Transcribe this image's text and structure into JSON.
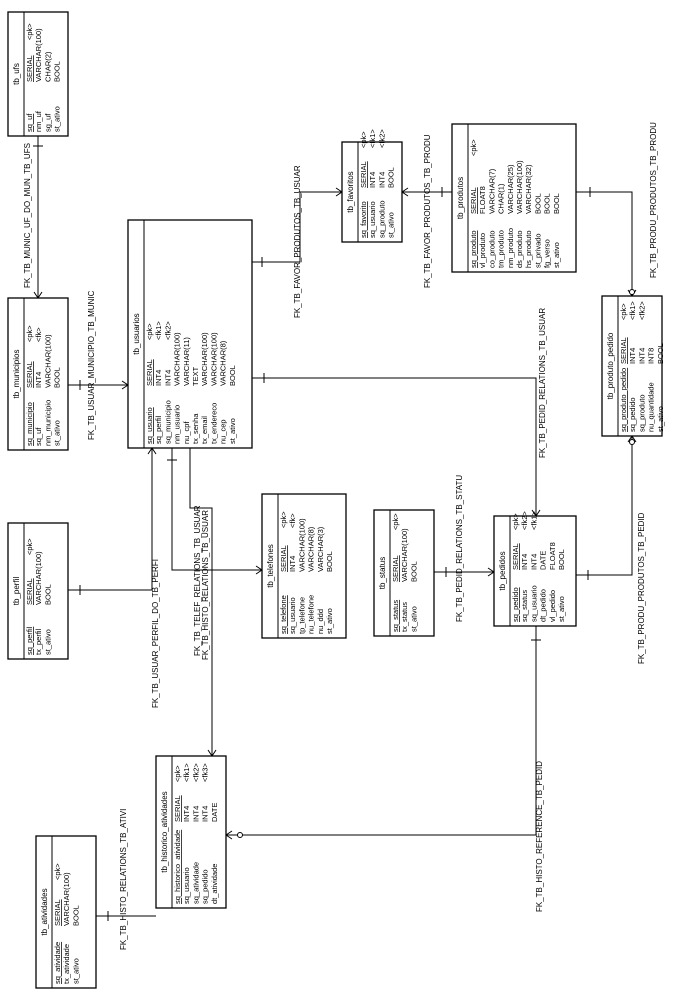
{
  "tables": {
    "ufs": {
      "title": "tb_ufs",
      "cols": [
        [
          "sq_uf",
          "SERIAL",
          "<pk>"
        ],
        [
          "nm_uf",
          "VARCHAR(100)",
          ""
        ],
        [
          "sg_uf",
          "CHAR(2)",
          ""
        ],
        [
          "st_ativo",
          "BOOL",
          ""
        ]
      ]
    },
    "municipios": {
      "title": "tb_municipios",
      "cols": [
        [
          "sq_municipio",
          "SERIAL",
          "<pk>"
        ],
        [
          "sq_uf",
          "INT4",
          "<fk>"
        ],
        [
          "nm_municipio",
          "VARCHAR(100)",
          ""
        ],
        [
          "st_ativo",
          "BOOL",
          ""
        ]
      ]
    },
    "perfil": {
      "title": "tb_perfil",
      "cols": [
        [
          "sq_perfil",
          "SERIAL",
          "<pk>"
        ],
        [
          "tx_perfil",
          "VARCHAR(100)",
          ""
        ],
        [
          "st_ativo",
          "BOOL",
          ""
        ]
      ]
    },
    "usuarios": {
      "title": "tb_usuarios",
      "cols": [
        [
          "sq_usuario",
          "SERIAL",
          "<pk>"
        ],
        [
          "sq_perfil",
          "INT4",
          "<fk1>"
        ],
        [
          "sq_municipio",
          "INT4",
          "<fk2>"
        ],
        [
          "nm_usuario",
          "VARCHAR(100)",
          ""
        ],
        [
          "nu_cpf",
          "VARCHAR(11)",
          ""
        ],
        [
          "tx_senha",
          "TEXT",
          ""
        ],
        [
          "tx_email",
          "VARCHAR(100)",
          ""
        ],
        [
          "tx_endereco",
          "VARCHAR(100)",
          ""
        ],
        [
          "nu_cep",
          "VARCHAR(8)",
          ""
        ],
        [
          "st_ativo",
          "BOOL",
          ""
        ]
      ]
    },
    "favoritos": {
      "title": "tb_favoritos",
      "cols": [
        [
          "sq_favorito",
          "SERIAL",
          "<pk>"
        ],
        [
          "sq_usuario",
          "INT4",
          "<fk1>"
        ],
        [
          "sq_produto",
          "INT4",
          "<fk2>"
        ],
        [
          "st_ativo",
          "BOOL",
          ""
        ]
      ]
    },
    "produtos": {
      "title": "tb_produtos",
      "cols": [
        [
          "sq_produto",
          "SERIAL",
          "<pk>"
        ],
        [
          "vl_produto",
          "FLOAT8",
          ""
        ],
        [
          "co_produto",
          "VARCHAR(7)",
          ""
        ],
        [
          "tm_produto",
          "CHAR(1)",
          ""
        ],
        [
          "nm_produto",
          "VARCHAR(25)",
          ""
        ],
        [
          "ds_produto",
          "VARCHAR(100)",
          ""
        ],
        [
          "hs_produto",
          "VARCHAR(32)",
          ""
        ],
        [
          "st_privado",
          "BOOL",
          ""
        ],
        [
          "fg_verso",
          "BOOL",
          ""
        ],
        [
          "st_ativo",
          "BOOL",
          ""
        ]
      ]
    },
    "produto_pedido": {
      "title": "tb_produto_pedido",
      "cols": [
        [
          "sq_produto_pedido",
          "SERIAL",
          "<pk>"
        ],
        [
          "sq_pedido",
          "INT4",
          "<fk1>"
        ],
        [
          "sq_produto",
          "INT4",
          "<fk2>"
        ],
        [
          "nu_quantidade",
          "INT8",
          ""
        ],
        [
          "st_ativo",
          "BOOL",
          ""
        ]
      ]
    },
    "telefones": {
      "title": "tb_telefones",
      "cols": [
        [
          "sq_telefone",
          "SERIAL",
          "<pk>"
        ],
        [
          "sq_usuario",
          "INT4",
          "<fk>"
        ],
        [
          "tp_telefone",
          "VARCHAR(100)",
          ""
        ],
        [
          "nu_telefone",
          "VARCHAR(8)",
          ""
        ],
        [
          "nu_ddd",
          "VARCHAR(3)",
          ""
        ],
        [
          "st_ativo",
          "BOOL",
          ""
        ]
      ]
    },
    "status": {
      "title": "tb_status",
      "cols": [
        [
          "sq_status",
          "SERIAL",
          "<pk>"
        ],
        [
          "tx_status",
          "VARCHAR(100)",
          ""
        ],
        [
          "st_ativo",
          "BOOL",
          ""
        ]
      ]
    },
    "pedidos": {
      "title": "tb_pedidos",
      "cols": [
        [
          "sq_pedido",
          "SERIAL",
          "<pk>"
        ],
        [
          "sq_status",
          "INT4",
          "<fk2>"
        ],
        [
          "sq_usuario",
          "INT4",
          "<fk1>"
        ],
        [
          "dt_pedido",
          "DATE",
          ""
        ],
        [
          "vl_pedido",
          "FLOAT8",
          ""
        ],
        [
          "st_ativo",
          "BOOL",
          ""
        ]
      ]
    },
    "historico": {
      "title": "tb_historico_atividades",
      "cols": [
        [
          "sq_historico_atividade",
          "SERIAL",
          "<pk>"
        ],
        [
          "sq_usuario",
          "INT4",
          "<fk1>"
        ],
        [
          "sq_atividade",
          "INT4",
          "<fk2>"
        ],
        [
          "sq_pedido",
          "INT4",
          "<fk3>"
        ],
        [
          "dt_atividade",
          "DATE",
          ""
        ]
      ]
    },
    "atividades": {
      "title": "tb_atividades",
      "cols": [
        [
          "sq_atividade",
          "SERIAL",
          "<pk>"
        ],
        [
          "tx_atividade",
          "VARCHAR(100)",
          ""
        ],
        [
          "st_ativo",
          "BOOL",
          ""
        ]
      ]
    }
  },
  "relations": {
    "munic_uf": "FK_TB_MUNIC_UF_DO_MUN_TB_UFS",
    "usuar_munic": "FK_TB_USUAR_MUNICIPIO_TB_MUNIC",
    "favor_usuar": "FK_TB_FAVOR_PRODUTOS_TB_USUAR",
    "favor_produ": "FK_TB_FAVOR_PRODUTOS_TB_PRODU",
    "produ_produ": "FK_TB_PRODU_PRODUTOS_TB_PRODU",
    "pedid_usuar": "FK_TB_PEDID_RELATIONS_TB_USUAR",
    "usuar_perfi": "FK_TB_USUAR_PERFIL_DO_TB_PERFI",
    "telef_usuar": "FK_TB_TELEF_RELATIONS_TB_USUAR",
    "histo_usuar": "FK_TB_HISTO_RELATIONS_TB_USUAR",
    "pedid_statu": "FK_TB_PEDID_RELATIONS_TB_STATU",
    "produ_pedid": "FK_TB_PRODU_PRODUTOS_TB_PEDID",
    "histo_ativi": "FK_TB_HISTO_RELATIONS_TB_ATIVI",
    "histo_pedid": "FK_TB_HISTO_REFERENCE_TB_PEDID"
  }
}
